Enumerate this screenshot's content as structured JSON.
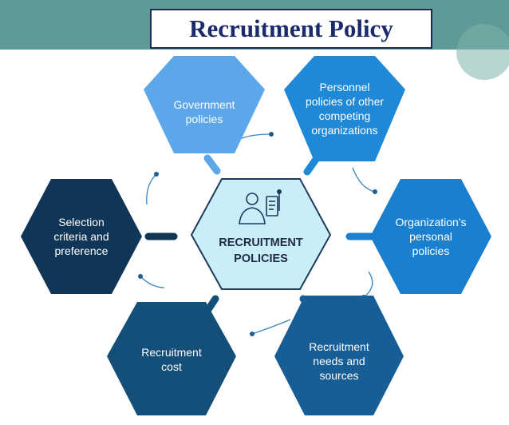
{
  "title": "Recruitment Policy",
  "center": {
    "label": "RECRUITMENT\nPOLICIES",
    "icon": "recruiter-icon"
  },
  "factors": [
    {
      "label": "Government\npolicies",
      "color": "#5ca7ea"
    },
    {
      "label": "Personnel\npolicies of other\ncompeting\norganizations",
      "color": "#1f89d8"
    },
    {
      "label": "Organization's\npersonal\npolicies",
      "color": "#1a7fcf"
    },
    {
      "label": "Recruitment\nneeds and\nsources",
      "color": "#175e96"
    },
    {
      "label": "Recruitment\ncost",
      "color": "#144f79"
    },
    {
      "label": "Selection\ncriteria and\npreference",
      "color": "#0f3557"
    }
  ],
  "colors": {
    "band": "#5e9a96",
    "title_text": "#1b2a6b",
    "center_fill": "#c9eef8",
    "connector": "#2a6f9f"
  }
}
